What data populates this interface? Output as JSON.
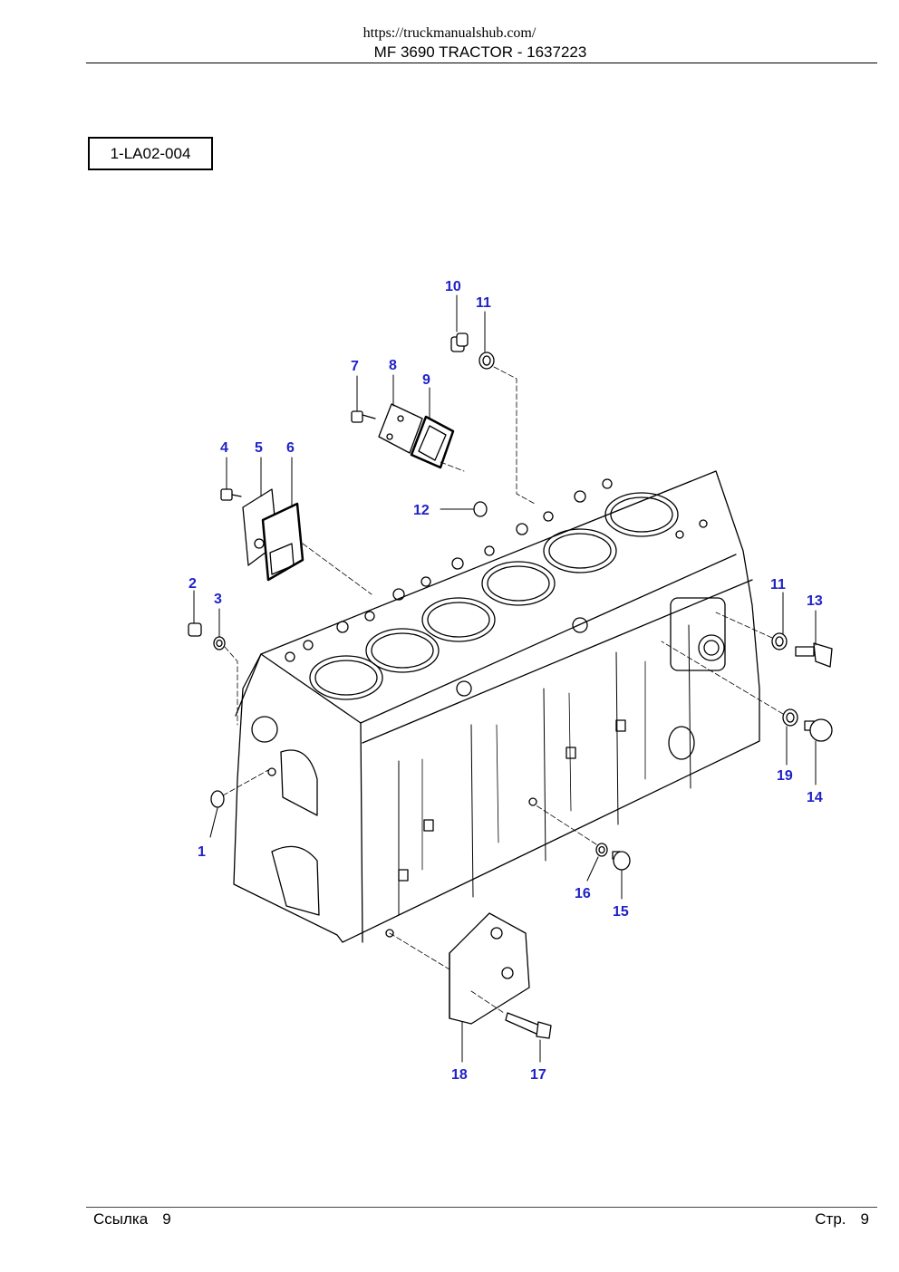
{
  "header": {
    "url": "https://truckmanualshub.com/",
    "title": "MF 3690 TRACTOR - 1637223"
  },
  "figure_code": "1-LA02-004",
  "callouts": [
    "10",
    "11",
    "7",
    "8",
    "9",
    "4",
    "5",
    "6",
    "12",
    "2",
    "3",
    "11",
    "13",
    "1",
    "19",
    "14",
    "16",
    "15",
    "18",
    "17"
  ],
  "footer": {
    "ref_label": "Ссылка",
    "ref_value": "9",
    "page_label": "Стр.",
    "page_value": "9"
  },
  "colors": {
    "callout": "#1f22c8",
    "line": "#000000"
  }
}
